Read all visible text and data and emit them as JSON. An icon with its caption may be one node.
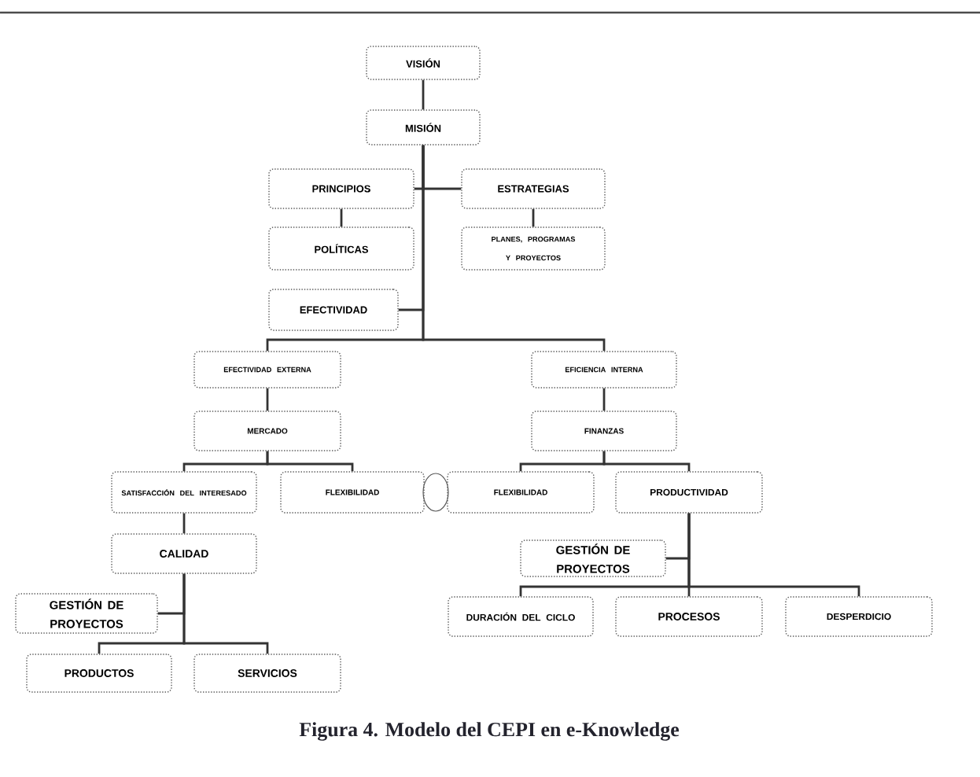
{
  "diagram": {
    "caption": "Figura 4. Modelo del CEPI en e-Knowledge",
    "nodes": [
      {
        "text": [
          "VISIÓN"
        ]
      },
      {
        "text": [
          "MISIÓN"
        ]
      },
      {
        "text": [
          "PRINCIPIOS"
        ]
      },
      {
        "text": [
          "ESTRATEGIAS"
        ]
      },
      {
        "text": [
          "POLÍTICAS"
        ]
      },
      {
        "text": [
          "PLANES, PROGRAMAS Y PROYECTOS"
        ]
      },
      {
        "text": [
          "EFECTIVIDAD"
        ]
      },
      {
        "text": [
          "EFECTIVIDAD EXTERNA"
        ]
      },
      {
        "text": [
          "EFICIENCIA INTERNA"
        ]
      },
      {
        "text": [
          "MERCADO"
        ]
      },
      {
        "text": [
          "FINANZAS"
        ]
      },
      {
        "text": [
          "SATISFACCIÓN DEL INTERESADO"
        ]
      },
      {
        "text": [
          "FLEXIBILIDAD"
        ]
      },
      {
        "text": [],
        "shape": "circle"
      },
      {
        "text": [
          "FLEXIBILIDAD"
        ]
      },
      {
        "text": [
          "PRODUCTIVIDAD"
        ]
      },
      {
        "text": [
          "CALIDAD"
        ]
      },
      {
        "text": [
          "GESTIÓN DE PROYECTOS"
        ]
      },
      {
        "text": [
          "PRODUCTOS"
        ]
      },
      {
        "text": [
          "SERVICIOS"
        ]
      },
      {
        "text": [
          "GESTIÓN DE PROYECTOS"
        ]
      },
      {
        "text": [
          "DURACIÓN DEL CICLO"
        ]
      },
      {
        "text": [
          "PROCESOS"
        ]
      },
      {
        "text": [
          "DESPERDICIO"
        ]
      }
    ],
    "edges": [
      {
        "from": 0,
        "to": 1,
        "arrow": "none"
      },
      {
        "from": 1,
        "to": 2,
        "arrow": "none"
      },
      {
        "from": 1,
        "to": 3,
        "arrow": "none"
      },
      {
        "from": 2,
        "to": 4,
        "arrow": "none"
      },
      {
        "from": 3,
        "to": 5,
        "arrow": "none"
      },
      {
        "from": 1,
        "to": 6,
        "arrow": "none"
      },
      {
        "from": 1,
        "to": 7,
        "arrow": "none"
      },
      {
        "from": 1,
        "to": 8,
        "arrow": "none"
      },
      {
        "from": 7,
        "to": 9,
        "arrow": "none"
      },
      {
        "from": 8,
        "to": 10,
        "arrow": "none"
      },
      {
        "from": 9,
        "to": 11,
        "arrow": "none"
      },
      {
        "from": 9,
        "to": 12,
        "arrow": "none"
      },
      {
        "from": 10,
        "to": 14,
        "arrow": "none"
      },
      {
        "from": 10,
        "to": 15,
        "arrow": "none"
      },
      {
        "from": 11,
        "to": 16,
        "arrow": "none"
      },
      {
        "from": 16,
        "to": 17,
        "arrow": "none"
      },
      {
        "from": 16,
        "to": 18,
        "arrow": "none"
      },
      {
        "from": 16,
        "to": 19,
        "arrow": "none"
      },
      {
        "from": 15,
        "to": 20,
        "arrow": "none"
      },
      {
        "from": 15,
        "to": 21,
        "arrow": "none"
      },
      {
        "from": 15,
        "to": 22,
        "arrow": "none"
      },
      {
        "from": 15,
        "to": 23,
        "arrow": "none"
      }
    ]
  }
}
